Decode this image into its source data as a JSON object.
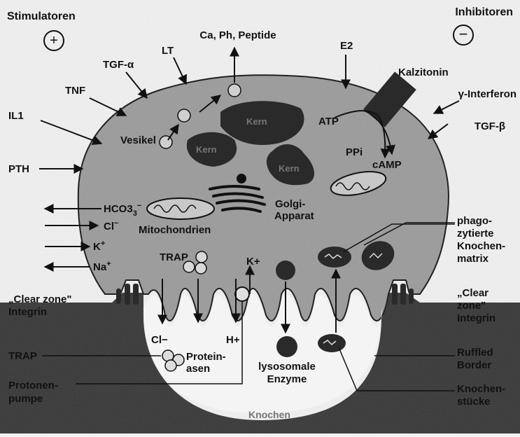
{
  "header": {
    "stimulators_title": "Stimulatoren",
    "stimulators_symbol": "+",
    "inhibitors_title": "Inhibitoren",
    "inhibitors_symbol": "−"
  },
  "stimulators": [
    "IL1",
    "TNF",
    "TGF-α",
    "LT",
    "PTH"
  ],
  "inhibitors": [
    "E2",
    "Kalzitonin",
    "γ-Interferon",
    "TGF-β"
  ],
  "top_release": "Ca, Ph, Peptide",
  "ions_left": [
    "HCO3",
    "Cl",
    "K",
    "Na"
  ],
  "ion_marks": {
    "minus": "−",
    "plus": "+",
    "sub3": "3"
  },
  "cell_labels": {
    "vesicle": "Vesikel",
    "nucleus": "Kern",
    "atp": "ATP",
    "ppi": "PPi",
    "camp": "cAMP",
    "golgi_line1": "Golgi-",
    "golgi_line2": "Apparat",
    "mitochondria": "Mitochondrien",
    "trap_cell": "TRAP",
    "k_plus": "K+",
    "cl_minus_lacuna": "Cl−",
    "h_plus": "H+",
    "proteinases_line1": "Protein-",
    "proteinases_line2": "asen",
    "lysosomal_line1": "lysosomale",
    "lysosomal_line2": "Enzyme",
    "bone": "Knochen"
  },
  "left_labels": {
    "clear_zone_line1": "„Clear zone\"",
    "clear_zone_line2": "Integrin",
    "trap": "TRAP",
    "proton_pump_line1": "Protonen-",
    "proton_pump_line2": "pumpe"
  },
  "right_labels": {
    "phago_line1": "phago-",
    "phago_line2": "zytierte",
    "phago_line3": "Knochen-",
    "phago_line4": "matrix",
    "clear_zone_line1": "„Clear",
    "clear_zone_line2": "zone\"",
    "clear_zone_line3": "Integrin",
    "ruffled_line1": "Ruffled",
    "ruffled_line2": "Border",
    "fragments_line1": "Knochen-",
    "fragments_line2": "stücke"
  },
  "colors": {
    "cell": "#9a9a9a",
    "bone": "#333333",
    "lacuna": "#f4f4f4",
    "organelle": "#2a2a2a",
    "outline": "#111111",
    "background": "#f2f2f2"
  }
}
